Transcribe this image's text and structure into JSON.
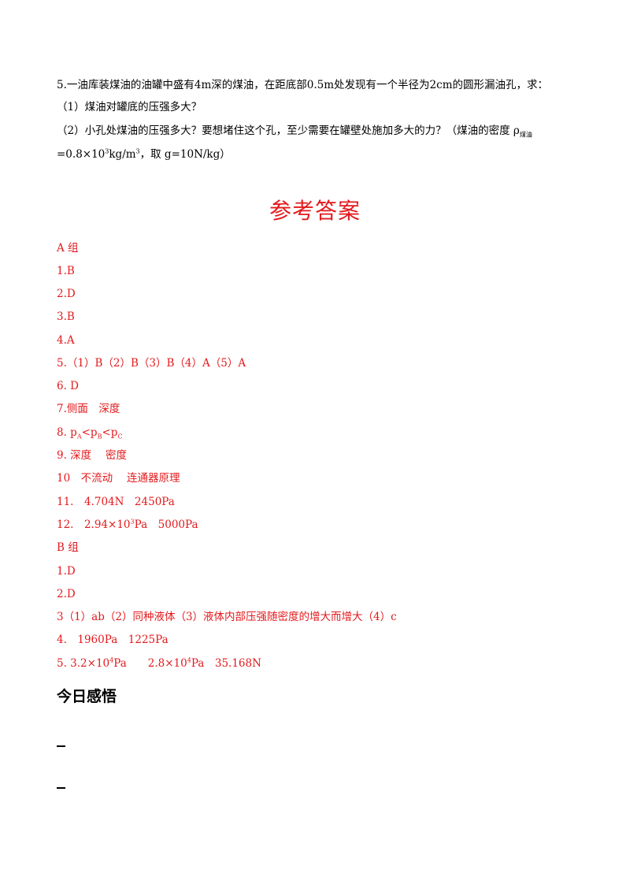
{
  "question": {
    "line1": "5.一油库装煤油的油罐中盛有4m深的煤油，在距底部0.5m处发现有一个半径为2cm的圆形漏油孔，求：",
    "line2": "（1）煤油对罐底的压强多大？",
    "line3_main": "（2）小孔处煤油的压强多大？要想堵住这个孔，至少需要在罐壁处施加多大的力？（煤油的密度 ρ",
    "line3_sub": "煤油",
    "line4_a": "=0.8×10",
    "line4_sup1": "3",
    "line4_b": "kg/m",
    "line4_sup2": "3",
    "line4_c": "，取 g=10N/kg）"
  },
  "answers_title": "参考答案",
  "group_a": {
    "heading": "A 组",
    "a1": "1.B",
    "a2": "2.D",
    "a3": "3.B",
    "a4": "4.A",
    "a5": "5.（1）B（2）B（3）B（4）A（5）A",
    "a6": "6. D",
    "a7": "7.侧面　深度",
    "a8_prefix": "8.  p",
    "a8_sub_a": "A",
    "a8_mid1": "<p",
    "a8_sub_b": "B",
    "a8_mid2": "<p",
    "a8_sub_c": "C",
    "a9": "9. 深度　 密度",
    "a10": "10　不流动　 连通器原理",
    "a11": "11.　4.704N　2450Pa",
    "a12_a": "12.　2.94×10",
    "a12_sup": "3",
    "a12_b": "Pa　5000Pa"
  },
  "group_b": {
    "heading": "B 组",
    "b1": "1.D",
    "b2": "2.D",
    "b3": "3（1）ab（2）同种液体（3）液体内部压强随密度的增大而增大（4）c",
    "b4": "4.　1960Pa　1225Pa",
    "b5_a": " 5.  3.2×10",
    "b5_sup1": "4",
    "b5_b": "Pa　　2.8×10",
    "b5_sup2": "4",
    "b5_c": "Pa　35.168N"
  },
  "reflection": {
    "heading": "今日感悟"
  }
}
